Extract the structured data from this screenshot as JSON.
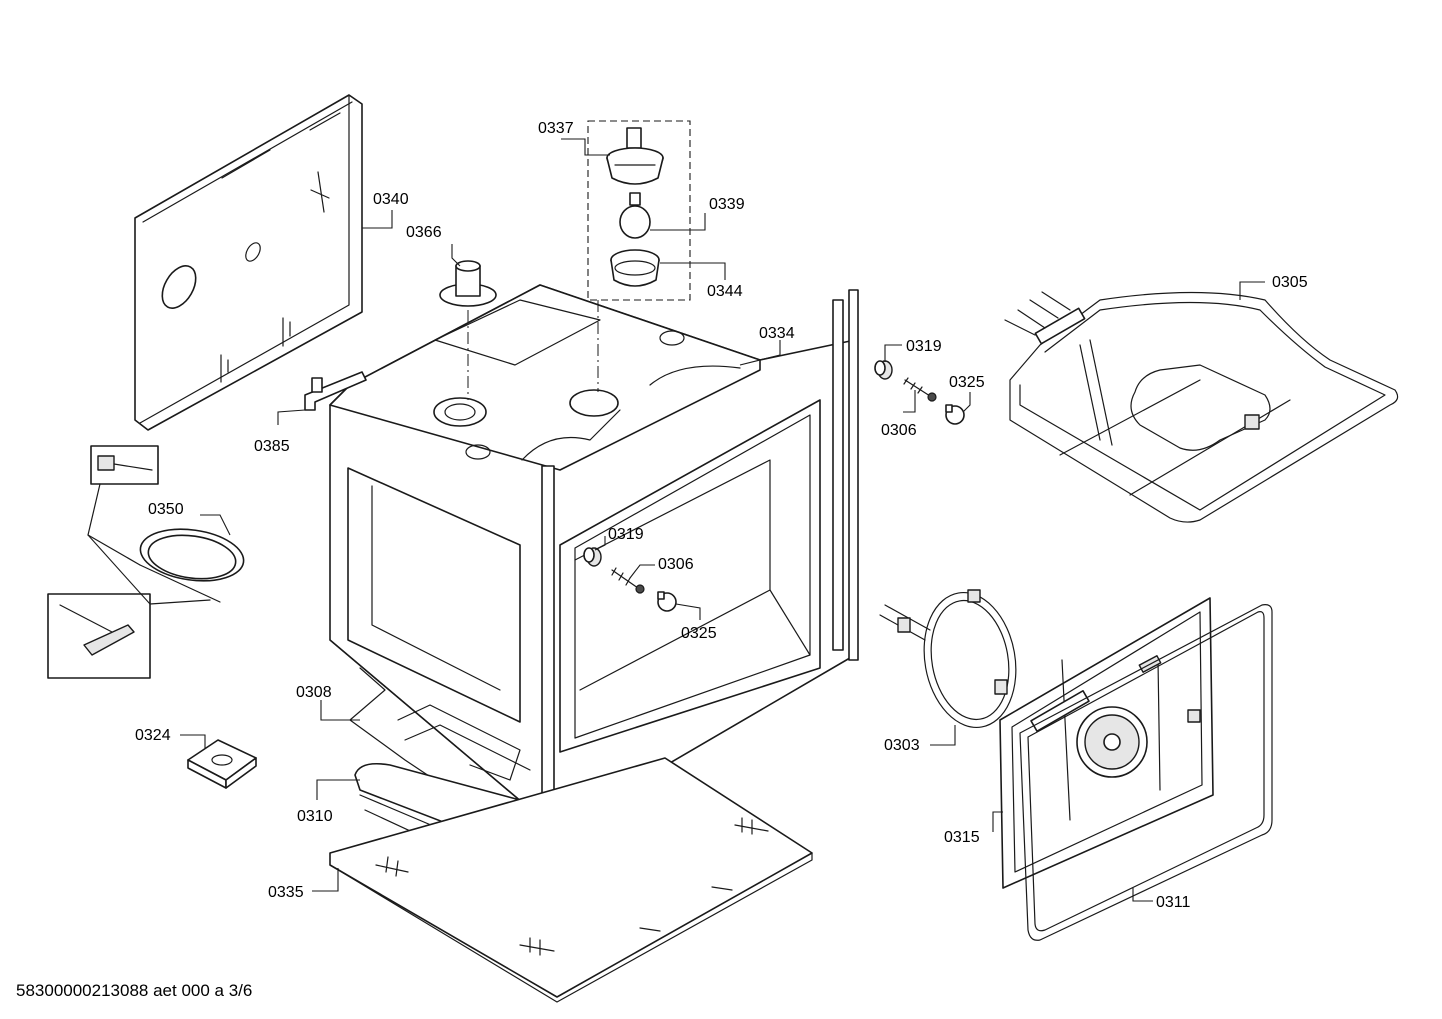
{
  "footer": {
    "document_code": "58300000213088 aet 000 a 3/6"
  },
  "callouts": {
    "c0337": "0337",
    "c0339": "0339",
    "c0344": "0344",
    "c0340": "0340",
    "c0366": "0366",
    "c0334": "0334",
    "c0305": "0305",
    "c0319a": "0319",
    "c0325a": "0325",
    "c0306a": "0306",
    "c0385": "0385",
    "c0350": "0350",
    "c0319b": "0319",
    "c0306b": "0306",
    "c0325b": "0325",
    "c0308": "0308",
    "c0324": "0324",
    "c0310": "0310",
    "c0335": "0335",
    "c0303": "0303",
    "c0315": "0315",
    "c0311": "0311"
  }
}
